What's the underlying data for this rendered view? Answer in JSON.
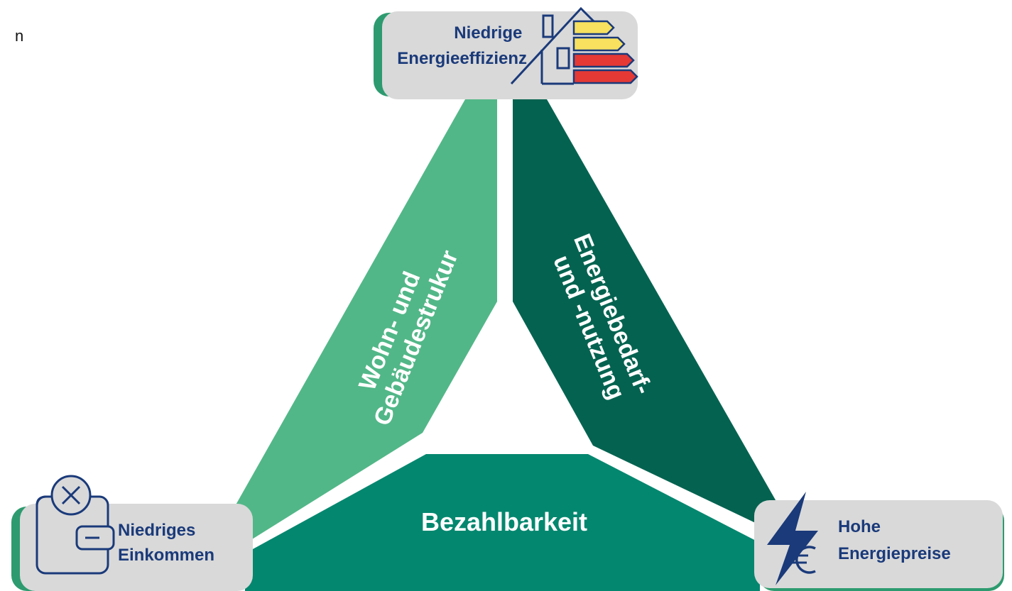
{
  "stray_char": "n",
  "segments": {
    "left": {
      "lines": [
        "Wohn- und",
        "Gebäudestrukur"
      ]
    },
    "right": {
      "lines": [
        "Energiebedarf-",
        "und -nutzung"
      ]
    },
    "bottom": {
      "label": "Bezahlbarkeit"
    }
  },
  "corners": {
    "top": {
      "lines": [
        "Niedrige",
        "Energieeffizienz"
      ],
      "icon": "house-energy-label-icon"
    },
    "left": {
      "lines": [
        "Niedriges",
        "Einkommen"
      ],
      "icon": "wallet-x-icon"
    },
    "right": {
      "lines": [
        "Hohe",
        "Energiepreise"
      ],
      "icon": "lightning-euro-icon"
    }
  },
  "colors": {
    "left_segment": "#52b788",
    "right_segment": "#046350",
    "bottom_segment": "#04876f",
    "box_fill": "#d9d9d9",
    "box_shadow": "#2d9b6f",
    "label_text": "#1a3a7a",
    "energy_green": "#f7e15e",
    "energy_red": "#e53935"
  }
}
